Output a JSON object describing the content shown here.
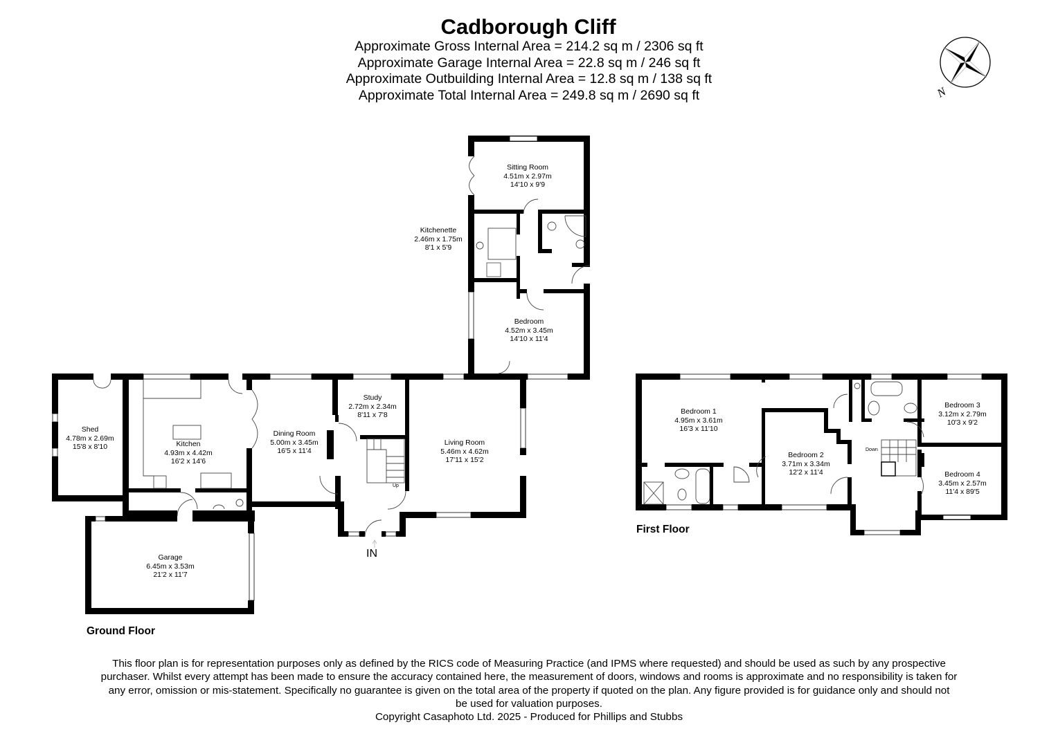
{
  "header": {
    "title": "Cadborough Cliff",
    "areas": [
      "Approximate Gross Internal Area = 214.2 sq m / 2306 sq ft",
      "Approximate Garage Internal Area = 22.8 sq m / 246 sq ft",
      "Approximate Outbuilding Internal Area = 12.8 sq m / 138 sq ft",
      "Approximate Total Internal Area = 249.8 sq m / 2690 sq ft"
    ]
  },
  "compass": {
    "label": "N"
  },
  "ground_floor": {
    "label": "Ground Floor",
    "entrance_label": "IN",
    "stairs_label": "Up",
    "rooms": [
      {
        "name": "Sitting Room",
        "metric": "4.51m x 2.97m",
        "imperial": "14'10 x 9'9"
      },
      {
        "name": "Kitchenette",
        "metric": "2.46m x 1.75m",
        "imperial": "8'1 x 5'9"
      },
      {
        "name": "Bedroom",
        "metric": "4.52m x 3.45m",
        "imperial": "14'10 x 11'4"
      },
      {
        "name": "Shed",
        "metric": "4.78m x 2.69m",
        "imperial": "15'8 x 8'10"
      },
      {
        "name": "Kitchen",
        "metric": "4.93m x 4.42m",
        "imperial": "16'2 x 14'6"
      },
      {
        "name": "Dining Room",
        "metric": "5.00m x 3.45m",
        "imperial": "16'5 x 11'4"
      },
      {
        "name": "Study",
        "metric": "2.72m x 2.34m",
        "imperial": "8'11 x 7'8"
      },
      {
        "name": "Living Room",
        "metric": "5.46m x 4.62m",
        "imperial": "17'11 x 15'2"
      },
      {
        "name": "Garage",
        "metric": "6.45m x 3.53m",
        "imperial": "21'2 x 11'7"
      }
    ]
  },
  "first_floor": {
    "label": "First Floor",
    "stairs_label": "Down",
    "rooms": [
      {
        "name": "Bedroom 1",
        "metric": "4.95m x 3.61m",
        "imperial": "16'3 x 11'10"
      },
      {
        "name": "Bedroom 2",
        "metric": "3.71m x 3.34m",
        "imperial": "12'2 x 11'4"
      },
      {
        "name": "Bedroom 3",
        "metric": "3.12m x 2.79m",
        "imperial": "10'3 x 9'2"
      },
      {
        "name": "Bedroom 4",
        "metric": "3.45m x 2.57m",
        "imperial": "11'4 x 89'5"
      }
    ]
  },
  "disclaimer": {
    "lines": [
      "This floor plan is for representation purposes only as defined by the RICS code of Measuring Practice (and IPMS where requested) and should be used as such by any prospective",
      "purchaser. Whilst every attempt has been made to ensure the accuracy contained here, the measurement of doors, windows and rooms is approximate and no responsibility is taken for",
      "any error, omission or mis-statement. Specifically no guarantee is given on the total area of the property if quoted on the plan. Any figure provided is for guidance only and should not",
      "be used for valuation purposes."
    ],
    "copyright": "Copyright Casaphoto Ltd. 2025 - Produced for Phillips and Stubbs"
  },
  "colors": {
    "wall": "#000000",
    "background": "#ffffff",
    "fixture_line": "#555555"
  }
}
